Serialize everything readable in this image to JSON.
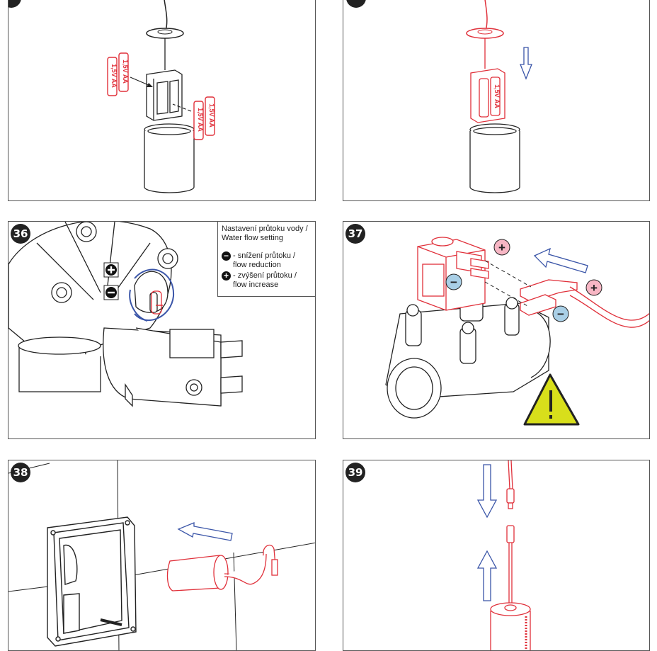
{
  "steps": {
    "s36": "36",
    "s37": "37",
    "s38": "38",
    "s39": "39"
  },
  "batteries": {
    "label": "1,5V AA"
  },
  "legend": {
    "title_line1": "Nastavení průtoku vody /",
    "title_line2": "Water flow setting",
    "minus_symbol": "−",
    "plus_symbol": "+",
    "reduction_line1": "- snížení průtoku /",
    "reduction_line2": "flow reduction",
    "increase_line1": "- zvýšení průtoku /",
    "increase_line2": "flow increase"
  },
  "polarity": {
    "plus": "+",
    "minus": "−"
  },
  "colors": {
    "red": "#e0303a",
    "blue": "#3a55a8",
    "outline": "#222222",
    "plus_fill": "#f7b6c4",
    "minus_fill": "#a9cfe6",
    "warning_fill": "#d8df1b"
  },
  "icons": {
    "warning": "warning-triangle-icon",
    "arrow": "direction-arrow-icon"
  }
}
